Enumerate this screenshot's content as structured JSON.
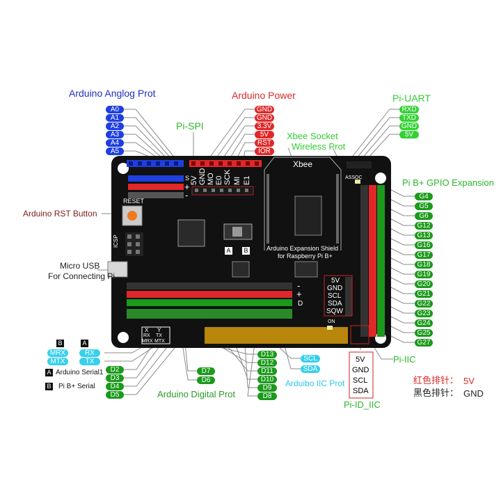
{
  "sections": {
    "analog": "Arduino Anglog Prot",
    "power": "Arduino Power",
    "pi_uart": "Pi-UART",
    "pi_spi": "Pi-SPI",
    "xbee": "Xbee Socket",
    "xbee2": "Wireless Prot",
    "gpio": "Pi B+ GPIO Expansion",
    "rst": "Arduino RST Button",
    "usb1": "Micro USB",
    "usb2": "For Connecting Pi",
    "pi_iic": "Pi-IIC",
    "pi_id_iic": "Pi-ID_IIC",
    "digital": "Arduino Digital Prot",
    "iic": "Arduibo IIC Prot"
  },
  "analog_pins": [
    "A0",
    "A1",
    "A2",
    "A3",
    "A4",
    "A5"
  ],
  "power_pins": [
    "GND",
    "GND",
    "3.3V",
    "5V",
    "RST",
    "IOR"
  ],
  "uart_pins": [
    "RXD",
    "TXD",
    "GND",
    "5V"
  ],
  "gpio_pins": [
    "G4",
    "G5",
    "G6",
    "G12",
    "G13",
    "G16",
    "G17",
    "G18",
    "G19",
    "G20",
    "G21",
    "G22",
    "G23",
    "G24",
    "G25",
    "G27"
  ],
  "digital_left": [
    "D2",
    "D3",
    "D4",
    "D5"
  ],
  "digital_mid": [
    "D7",
    "D6"
  ],
  "digital_right": [
    "D13",
    "D12",
    "D11",
    "D10",
    "D9",
    "D8"
  ],
  "iic_pins": [
    "SCL",
    "SDA"
  ],
  "serial": {
    "a": "A",
    "b": "B",
    "mrx": "MRX",
    "mtx": "MTX",
    "rx": "RX",
    "tx": "TX",
    "legend_a": "Arduino Serial1",
    "legend_b": "Pi B+ Serial"
  },
  "pi_iic_box": [
    "5V",
    "GND",
    "SCL",
    "SDA",
    "SQW"
  ],
  "pi_id_box": [
    "5V",
    "GND",
    "SCL",
    "SDA"
  ],
  "board": {
    "xbee_label": "Xbee",
    "shield_name": "Arduino Expansion Shield",
    "shield_sub": "for Raspberry Pi B+",
    "reset": "RESET",
    "icsp": "ICSP",
    "assoc": "ASSOC",
    "on": "ON",
    "spi_silk": [
      "5V",
      "GND",
      "MO",
      "E0",
      "SCK",
      "MI",
      "E1"
    ],
    "s_label": "S",
    "plus": "+",
    "minus": "-",
    "d_label": "D",
    "ab_a": "A",
    "ab_b": "B",
    "uart_silk": [
      "X",
      "Y",
      "RX",
      "TX",
      "MRX",
      "MTX"
    ]
  },
  "legend": {
    "red": "红色排针：",
    "red_val": "5V",
    "black": "黑色排针：",
    "black_val": "GND"
  },
  "colors": {
    "board": "#111111",
    "blue": "#1f3fe0",
    "red": "#e0282a",
    "green": "#1b9a1b",
    "lime": "#33d133",
    "cyan": "#38d0ec"
  }
}
